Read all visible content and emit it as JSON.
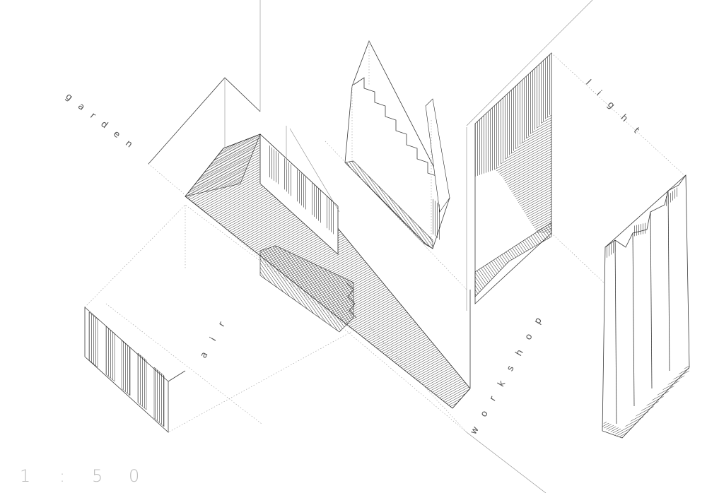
{
  "labels": {
    "garden": "garden",
    "light": "light",
    "workshop": "workshop",
    "air": "air"
  },
  "scale": {
    "digits": [
      "1",
      ":",
      "5",
      "0"
    ]
  }
}
